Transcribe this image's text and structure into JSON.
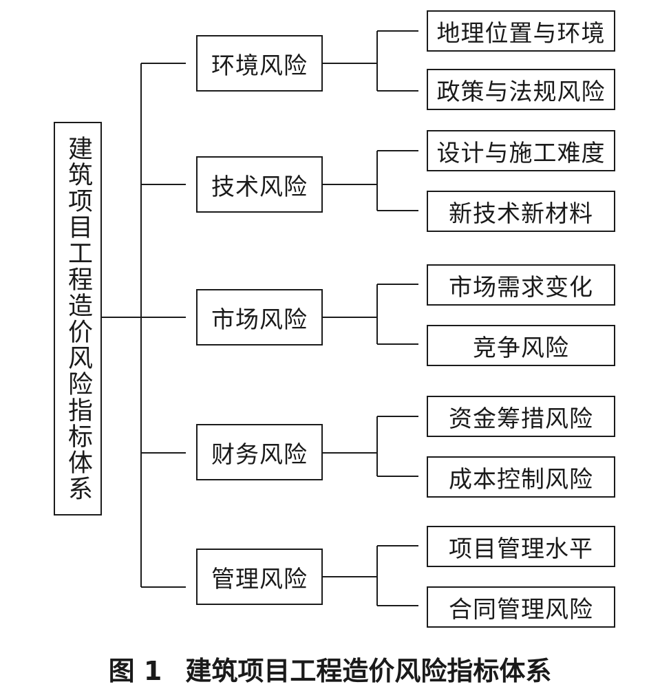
{
  "root": {
    "label": "建筑项目工程造价风险指标体系"
  },
  "categories": [
    {
      "label": "环境风险",
      "children": [
        "地理位置与环境",
        "政策与法规风险"
      ]
    },
    {
      "label": "技术风险",
      "children": [
        "设计与施工难度",
        "新技术新材料"
      ]
    },
    {
      "label": "市场风险",
      "children": [
        "市场需求变化",
        "竞争风险"
      ]
    },
    {
      "label": "财务风险",
      "children": [
        "资金筹措风险",
        "成本控制风险"
      ]
    },
    {
      "label": "管理风险",
      "children": [
        "项目管理水平",
        "合同管理风险"
      ]
    }
  ],
  "caption": {
    "number": "图 1",
    "title": "建筑项目工程造价风险指标体系"
  }
}
